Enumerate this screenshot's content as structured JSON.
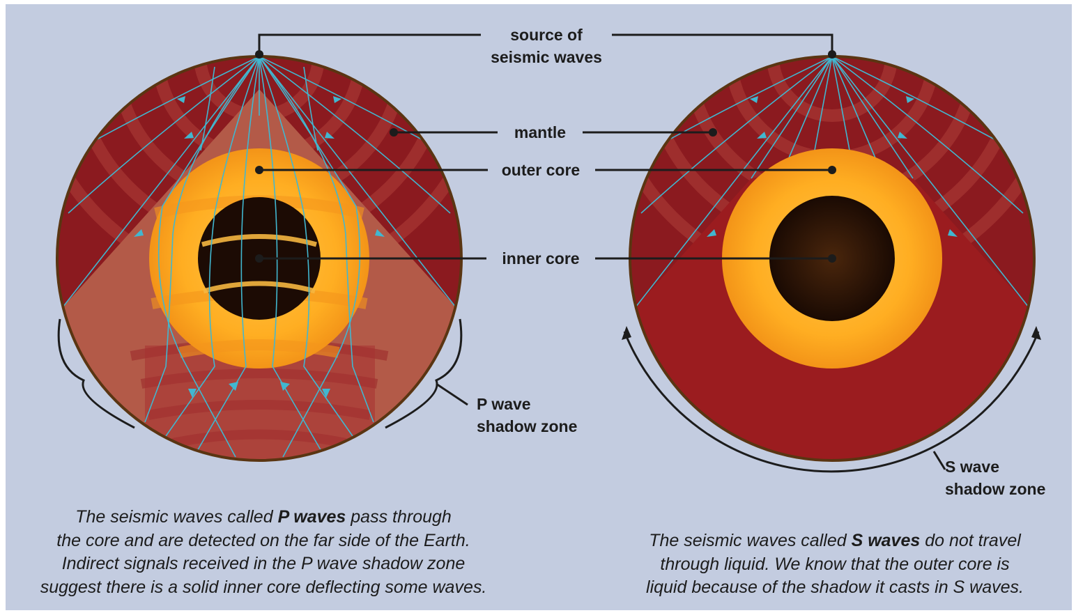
{
  "labels": {
    "source_line1": "source of",
    "source_line2": "seismic waves",
    "mantle": "mantle",
    "outer_core": "outer core",
    "inner_core": "inner core",
    "p_shadow_line1": "P wave",
    "p_shadow_line2": "shadow zone",
    "s_shadow_line1": "S wave",
    "s_shadow_line2": "shadow zone"
  },
  "captions": {
    "p": {
      "l1_pre": "The seismic waves called ",
      "l1_bold": "P waves",
      "l1_post": " pass through",
      "l2": "the core and are detected on the far side of the Earth.",
      "l3": "Indirect signals received in the P wave shadow zone",
      "l4": "suggest there is a solid inner core deflecting some waves."
    },
    "s": {
      "l1_pre": "The seismic waves called ",
      "l1_bold": "S waves",
      "l1_post": " do not travel",
      "l2": "through liquid. We know that the outer core is",
      "l3": "liquid because of the shadow it casts in S waves."
    }
  },
  "colors": {
    "background": "#c3cce0",
    "mantle_dark": "#8b1a1f",
    "mantle_band": "#b23a33",
    "p_shadow_fill": "#b35a48",
    "s_shadow_fill": "#9b1c1f",
    "outer_core_light": "#ffb52e",
    "outer_core_dark": "#ef8f16",
    "inner_core": "#1c0b04",
    "ray": "#41b7d0",
    "rim": "#5a3512",
    "leader": "#1c1c1c"
  }
}
